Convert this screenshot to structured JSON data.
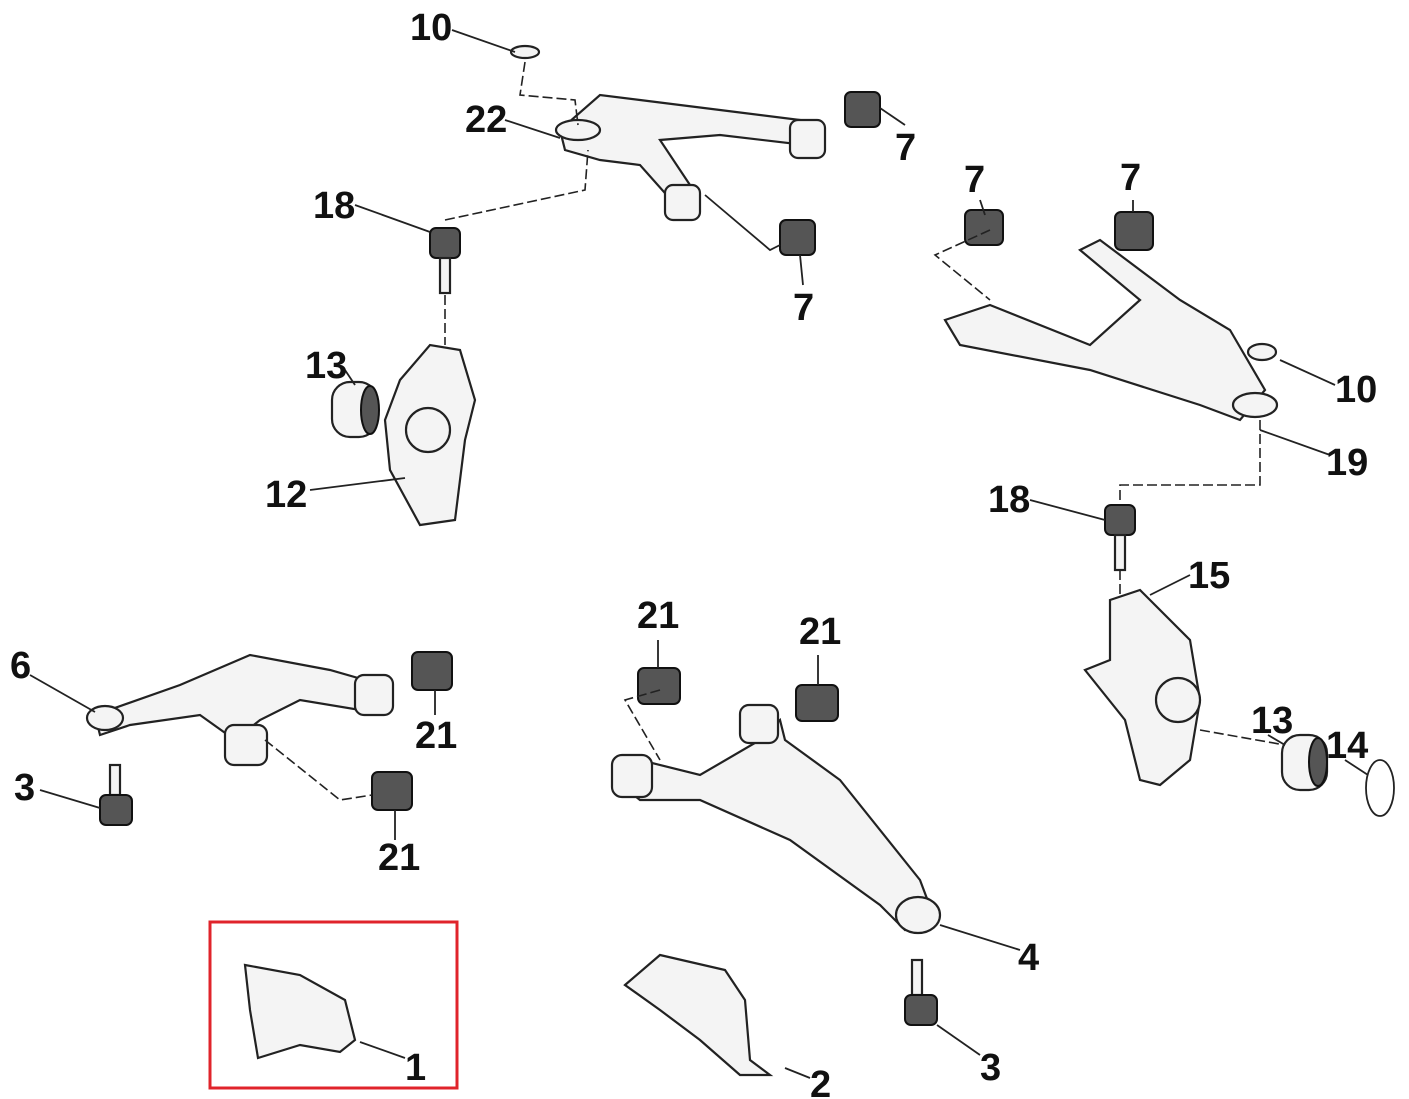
{
  "diagram": {
    "callouts": {
      "c10_top": "10",
      "c22": "22",
      "c7_a": "7",
      "c18_left": "18",
      "c7_b": "7",
      "c7_c": "7",
      "c7_d": "7",
      "c13_left": "13",
      "c10_right": "10",
      "c19": "19",
      "c12": "12",
      "c18_right": "18",
      "c15": "15",
      "c21_a": "21",
      "c21_b": "21",
      "c6": "6",
      "c21_c": "21",
      "c13_right": "13",
      "c14": "14",
      "c3_left": "3",
      "c21_d": "21",
      "c4": "4",
      "c1": "1",
      "c3_right": "3",
      "c2": "2"
    },
    "highlight_color": "#e0242b"
  }
}
